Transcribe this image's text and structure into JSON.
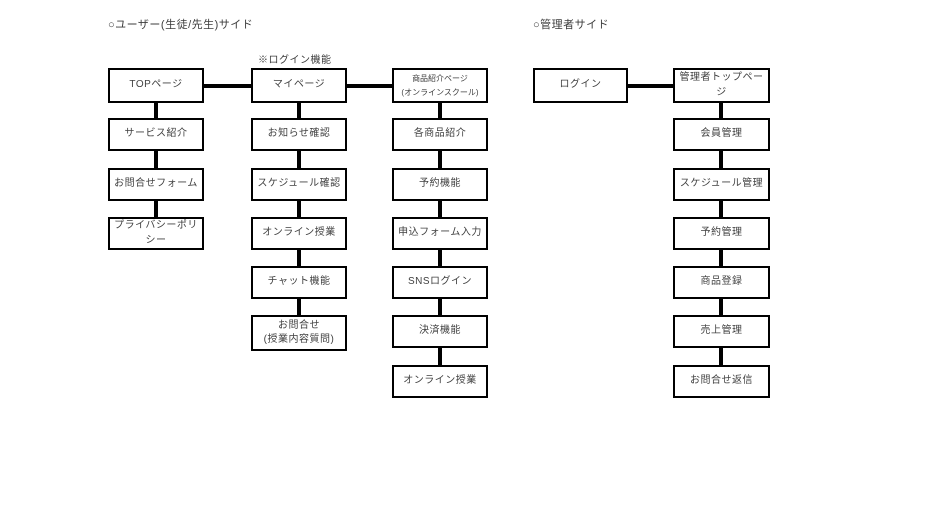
{
  "user": {
    "heading": "○ユーザー(生徒/先生)サイド",
    "login_note": "※ログイン機能",
    "columns": [
      {
        "boxes": [
          "TOPページ",
          "サービス紹介",
          "お問合せフォーム",
          "プライバシーポリシー"
        ]
      },
      {
        "boxes": [
          "マイページ",
          "お知らせ確認",
          "スケジュール確認",
          "オンライン授業",
          "チャット機能",
          "お問合せ\n(授業内容質問)"
        ]
      },
      {
        "boxes": [
          "商品紹介ページ\n(オンラインスクール)",
          "各商品紹介",
          "予約機能",
          "申込フォーム入力",
          "SNSログイン",
          "決済機能",
          "オンライン授業"
        ]
      }
    ]
  },
  "admin": {
    "heading": "○管理者サイド",
    "login": "ログイン",
    "columns": [
      {
        "boxes": [
          "管理者トップページ",
          "会員管理",
          "スケジュール管理",
          "予約管理",
          "商品登録",
          "売上管理",
          "お問合せ返信"
        ]
      }
    ]
  },
  "colors": {
    "line": "#000000",
    "text": "#404040",
    "background": "#ffffff"
  }
}
